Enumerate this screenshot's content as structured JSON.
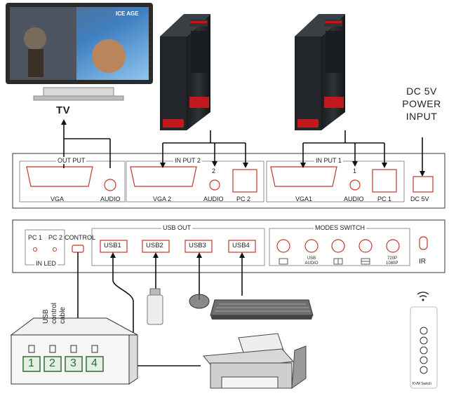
{
  "tv": {
    "label": "TV",
    "screen_logo": "ICE AGE"
  },
  "power": {
    "line1": "DC 5V",
    "line2": "POWER",
    "line3": "INPUT"
  },
  "back_panel": {
    "output_title": "OUT PUT",
    "input2_title": "IN PUT 2",
    "input1_title": "IN PUT 1",
    "port_vga": "VGA",
    "port_audio": "AUDIO",
    "port_vga2": "VGA 2",
    "port_audio2": "AUDIO",
    "port_pc2": "PC 2",
    "port_vga1": "VGA1",
    "port_audio1": "AUDIO",
    "port_pc1": "PC 1",
    "port_dc": "DC 5V",
    "num2": "2",
    "num1": "1"
  },
  "front_panel": {
    "led_pc1": "PC 1",
    "led_pc2": "PC 2",
    "in_led": "IN LED",
    "control": "CONTROL",
    "usb_out_title": "USB OUT",
    "usb_ports": [
      "USB1",
      "USB2",
      "USB3",
      "USB4"
    ],
    "modes_title": "MODES SWITCH",
    "mode_usb_audio": "USB AUDIO",
    "mode_720p": "720P",
    "mode_1080p": "1080P",
    "ir": "IR"
  },
  "cable": {
    "line1": "USB",
    "line2": "control",
    "line3": "cable"
  },
  "control_box": {
    "buttons": [
      "1",
      "2",
      "3",
      "4"
    ]
  },
  "remote": {
    "label": "KVM Switch"
  }
}
